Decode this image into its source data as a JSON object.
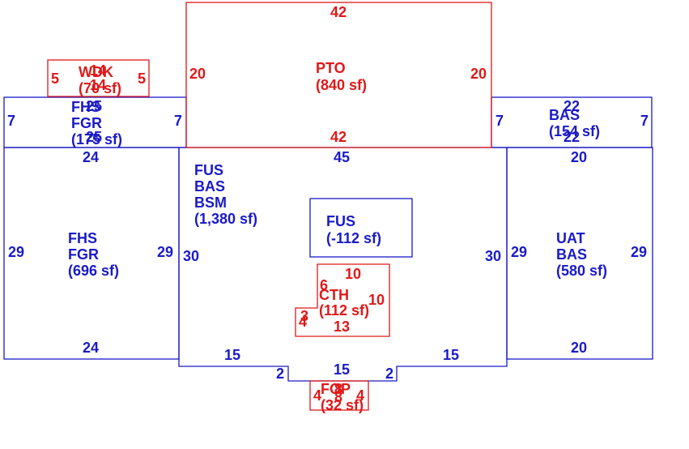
{
  "colors": {
    "blue": "#1a1ac8",
    "red": "#e01818"
  },
  "wdk": {
    "label": "WDK",
    "area": "(70 sf)",
    "top": "14",
    "bottom": "14",
    "left": "5",
    "right": "5"
  },
  "pto": {
    "label": "PTO",
    "area": "(840 sf)",
    "top": "42",
    "bottom": "42",
    "left": "20",
    "right": "20"
  },
  "fhs_fgr_top": {
    "line1": "FHS",
    "line2": "FGR",
    "area": "(175 sf)",
    "top": "25",
    "bottom": "25",
    "left": "7",
    "right": "7"
  },
  "bas_top_right": {
    "label": "BAS",
    "area": "(154 sf)",
    "top": "22",
    "bottom": "22",
    "left": "7",
    "right": "7"
  },
  "fhs_fgr": {
    "line1": "FHS",
    "line2": "FGR",
    "area": "(696 sf)",
    "top": "24",
    "bottom": "24",
    "left": "29",
    "right": "29"
  },
  "main": {
    "line1": "FUS",
    "line2": "BAS",
    "line3": "BSM",
    "area": "(1,380 sf)",
    "top": "45",
    "left": "30",
    "right": "30",
    "bottom_left": "15",
    "bottom_right": "15",
    "bottom_mid": "15",
    "step_left": "2",
    "step_right": "2"
  },
  "fus_inner": {
    "label": "FUS",
    "area": "(-112 sf)"
  },
  "uat_bas": {
    "line1": "UAT",
    "line2": "BAS",
    "area": "(580 sf)",
    "top": "20",
    "bottom": "20",
    "left": "29",
    "right": "29"
  },
  "cth": {
    "label": "CTH",
    "area": "(112 sf)",
    "top": "10",
    "right": "10",
    "bottom": "13",
    "step": "6",
    "notch_top": "3",
    "notch_left": "4"
  },
  "fop": {
    "label": "FOP",
    "area": "(32 sf)",
    "top": "8",
    "bottom": "8",
    "left": "4",
    "right": "4"
  }
}
